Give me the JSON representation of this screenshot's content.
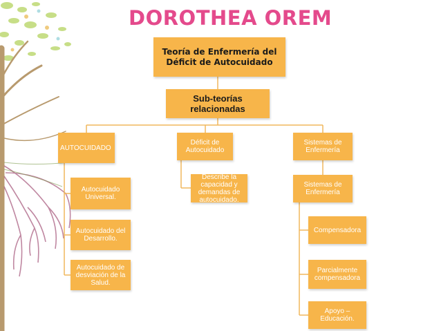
{
  "title": "Dorothea Orem",
  "root": "Teoría de Enfermería del Déficit de Autocuidado",
  "subtheories": "Sub-teorías relacionadas",
  "branches": {
    "autocuidado": {
      "label": "AUTOCUIDADO",
      "children": [
        "Autocuidado Universal.",
        "Autocuidado del Desarrollo.",
        "Autocuidado de desviación de la Salud."
      ]
    },
    "deficit": {
      "label": "Déficit de Autocuidado",
      "children": [
        "Describe la capacidad y demandas de autocuidado."
      ]
    },
    "sistemas": {
      "label": "Sistemas de Enfermería",
      "child": "Sistemas de Enfermería",
      "grandchildren": [
        "Compensadora",
        "Parcialmente compensadora",
        "Apoyo – Educación."
      ]
    }
  },
  "colors": {
    "title": "#e44a8c",
    "box": "#f7b54a",
    "line": "#f0b75c",
    "tree_trunk": "#b89a6e",
    "leaves": "#b5d35f"
  },
  "decoration": {
    "icon": "tree-icon"
  }
}
